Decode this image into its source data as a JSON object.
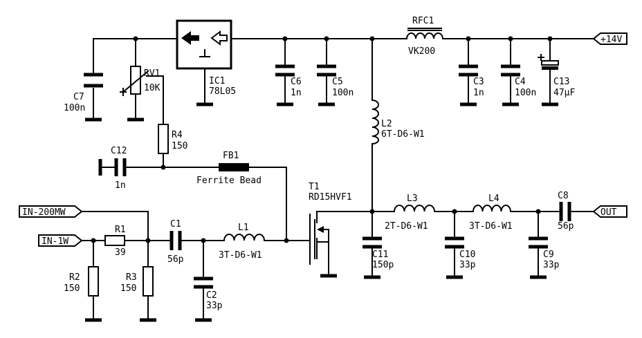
{
  "power": {
    "label": "+14V"
  },
  "ports": {
    "in_200mw": "IN-200MW",
    "in_1w": "IN-1W",
    "out": "OUT"
  },
  "components": {
    "ic1": {
      "ref": "IC1",
      "value": "78L05"
    },
    "rv1": {
      "ref": "RV1",
      "value": "10K"
    },
    "rfc1": {
      "ref": "RFC1",
      "value": "VK200"
    },
    "c7": {
      "ref": "C7",
      "value": "100n"
    },
    "c6": {
      "ref": "C6",
      "value": "1n"
    },
    "c5": {
      "ref": "C5",
      "value": "100n"
    },
    "c3": {
      "ref": "C3",
      "value": "1n"
    },
    "c4": {
      "ref": "C4",
      "value": "100n"
    },
    "c13": {
      "ref": "C13",
      "value": "47µF"
    },
    "r4": {
      "ref": "R4",
      "value": "150"
    },
    "c12": {
      "ref": "C12",
      "value": "1n"
    },
    "fb1": {
      "ref": "FB1",
      "value": "Ferrite Bead"
    },
    "l2": {
      "ref": "L2",
      "value": "6T-D6-W1"
    },
    "t1": {
      "ref": "T1",
      "value": "RD15HVF1"
    },
    "r1": {
      "ref": "R1",
      "value": "39"
    },
    "c1": {
      "ref": "C1",
      "value": "56p"
    },
    "l1": {
      "ref": "L1",
      "value": "3T-D6-W1"
    },
    "r2": {
      "ref": "R2",
      "value": "150"
    },
    "r3": {
      "ref": "R3",
      "value": "150"
    },
    "c2": {
      "ref": "C2",
      "value": "33p"
    },
    "l3": {
      "ref": "L3",
      "value": "2T-D6-W1"
    },
    "c11": {
      "ref": "C11",
      "value": "150p"
    },
    "c10": {
      "ref": "C10",
      "value": "33p"
    },
    "l4": {
      "ref": "L4",
      "value": "3T-D6-W1"
    },
    "c9": {
      "ref": "C9",
      "value": "33p"
    },
    "c8": {
      "ref": "C8",
      "value": "56p"
    }
  }
}
